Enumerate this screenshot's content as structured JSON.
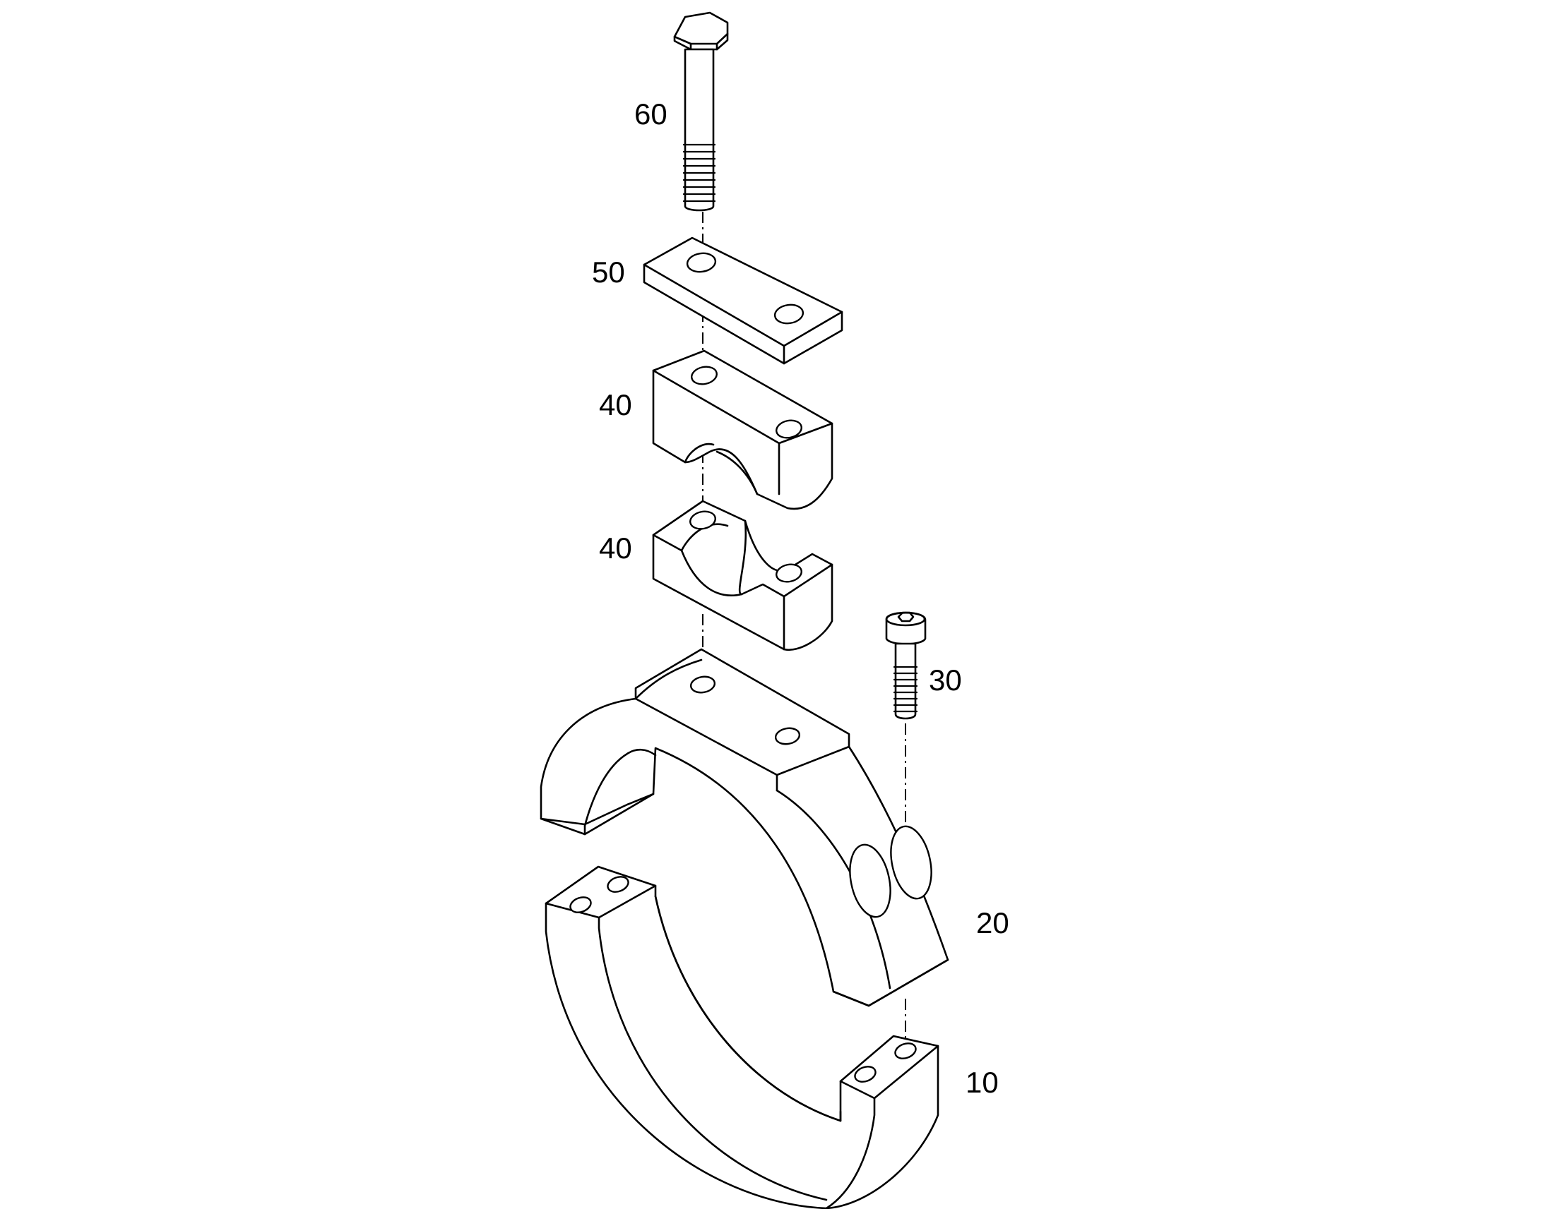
{
  "callouts": {
    "c10": "10",
    "c20": "20",
    "c30": "30",
    "c40_upper": "40",
    "c40_lower": "40",
    "c50": "50",
    "c60": "60"
  },
  "colors": {
    "stroke": "#000000",
    "fill": "#ffffff",
    "background": "#ffffff"
  }
}
